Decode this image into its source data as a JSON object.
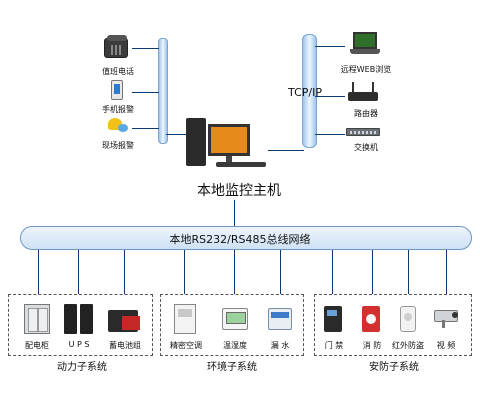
{
  "host": {
    "label": "本地监控主机"
  },
  "tcpip": {
    "label": "TCP/IP"
  },
  "bus": {
    "label": "本地RS232/RS485总线网络"
  },
  "alarms": [
    {
      "label": "值班电话",
      "icon": "desk-phone-icon"
    },
    {
      "label": "手机报警",
      "icon": "mobile-phone-icon"
    },
    {
      "label": "现场报警",
      "icon": "siren-icon"
    }
  ],
  "network": [
    {
      "label": "远程WEB浏览",
      "icon": "laptop-icon"
    },
    {
      "label": "路由器",
      "icon": "router-icon"
    },
    {
      "label": "交换机",
      "icon": "switch-icon"
    }
  ],
  "subsystems": [
    {
      "name": "动力子系统",
      "devices": [
        {
          "label": "配电柜",
          "icon": "power-cabinet-icon"
        },
        {
          "label": "U P S",
          "icon": "ups-icon"
        },
        {
          "label": "蓄电池组",
          "icon": "battery-pack-icon"
        }
      ]
    },
    {
      "name": "环境子系统",
      "devices": [
        {
          "label": "精密空调",
          "icon": "precision-ac-icon"
        },
        {
          "label": "温湿度",
          "icon": "thermo-hygrometer-icon"
        },
        {
          "label": "漏 水",
          "icon": "water-leak-sensor-icon"
        }
      ]
    },
    {
      "name": "安防子系统",
      "devices": [
        {
          "label": "门 禁",
          "icon": "access-control-icon"
        },
        {
          "label": "消 防",
          "icon": "fire-alarm-icon"
        },
        {
          "label": "红外防盗",
          "icon": "infrared-detector-icon"
        },
        {
          "label": "视 频",
          "icon": "camera-icon"
        }
      ]
    }
  ],
  "colors": {
    "line": "#0b3a6e",
    "pillar": "#cfe3f6",
    "bus_fill": "#dbe9f7"
  }
}
